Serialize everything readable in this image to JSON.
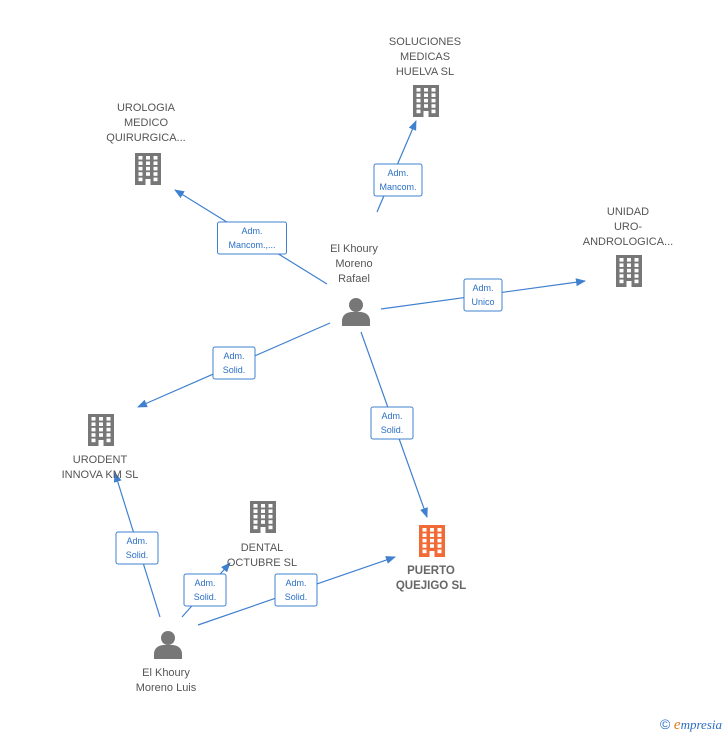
{
  "colors": {
    "edge": "#3f80cf",
    "company": "#777777",
    "company_main": "#f26a35",
    "person": "#777777",
    "label_border": "#3f80cf"
  },
  "nodes": [
    {
      "id": "rafael",
      "type": "person",
      "lines": [
        "El Khoury",
        "Moreno",
        "Rafael"
      ]
    },
    {
      "id": "luis",
      "type": "person",
      "lines": [
        "El Khoury",
        "Moreno Luis"
      ]
    },
    {
      "id": "soluciones",
      "type": "company",
      "lines": [
        "SOLUCIONES",
        "MEDICAS",
        "HUELVA  SL"
      ]
    },
    {
      "id": "urologia",
      "type": "company",
      "lines": [
        "UROLOGIA",
        "MEDICO",
        "QUIRURGICA..."
      ]
    },
    {
      "id": "unidad",
      "type": "company",
      "lines": [
        "UNIDAD",
        "URO-",
        "ANDROLOGICA..."
      ]
    },
    {
      "id": "urodent",
      "type": "company",
      "lines": [
        "URODENT",
        "INNOVA KM  SL"
      ]
    },
    {
      "id": "dental",
      "type": "company",
      "lines": [
        "DENTAL",
        "OCTUBRE SL"
      ]
    },
    {
      "id": "puerto",
      "type": "company_main",
      "lines": [
        "PUERTO",
        "QUEJIGO  SL"
      ]
    }
  ],
  "edges": [
    {
      "id": "e1",
      "from": "rafael",
      "to": "soluciones",
      "label": [
        "Adm.",
        "Mancom."
      ]
    },
    {
      "id": "e2",
      "from": "rafael",
      "to": "urologia",
      "label": [
        "Adm.",
        "Mancom.,..."
      ]
    },
    {
      "id": "e3",
      "from": "rafael",
      "to": "unidad",
      "label": [
        "Adm.",
        "Unico"
      ]
    },
    {
      "id": "e4",
      "from": "rafael",
      "to": "urodent",
      "label": [
        "Adm.",
        "Solid."
      ]
    },
    {
      "id": "e5",
      "from": "rafael",
      "to": "puerto",
      "label": [
        "Adm.",
        "Solid."
      ]
    },
    {
      "id": "e6",
      "from": "luis",
      "to": "urodent",
      "label": [
        "Adm.",
        "Solid."
      ]
    },
    {
      "id": "e7",
      "from": "luis",
      "to": "dental",
      "label": [
        "Adm.",
        "Solid."
      ]
    },
    {
      "id": "e8",
      "from": "luis",
      "to": "puerto",
      "label": [
        "Adm.",
        "Solid."
      ]
    }
  ],
  "footer": {
    "copyright": "©",
    "brand_first": "e",
    "brand_rest": "mpresia"
  }
}
